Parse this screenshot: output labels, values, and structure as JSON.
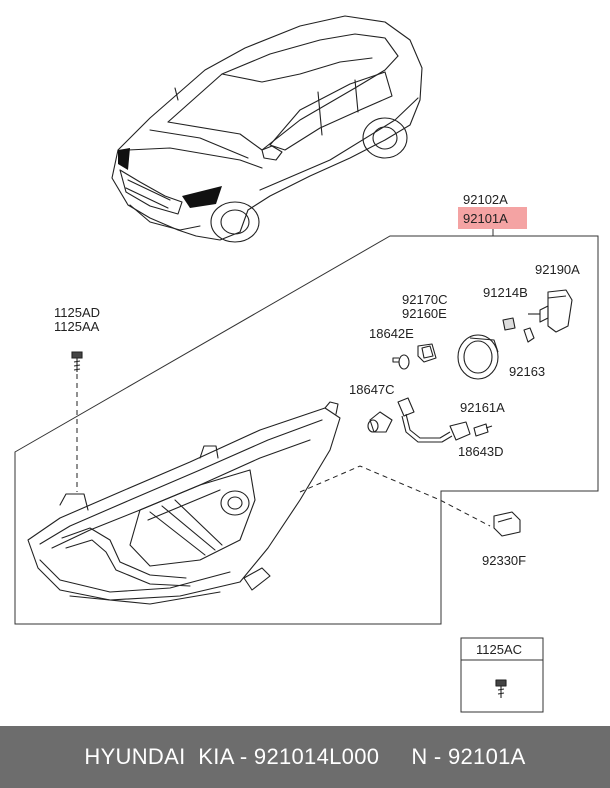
{
  "labels": {
    "p92102A": "92102A",
    "p92101A": "92101A",
    "p92190A": "92190A",
    "p91214B": "91214B",
    "p92170C": "92170C",
    "p92160E": "92160E",
    "p18642E": "18642E",
    "p92163": "92163",
    "p18647C": "18647C",
    "p92161A": "92161A",
    "p18643D": "18643D",
    "p92330F": "92330F",
    "p1125AD": "1125AD",
    "p1125AA": "1125AA",
    "p1125AC": "1125AC"
  },
  "highlight_color": "#f4a3a3",
  "footer": {
    "text": "HYUNDAI  KIA - 921014L000     N - 92101A"
  }
}
